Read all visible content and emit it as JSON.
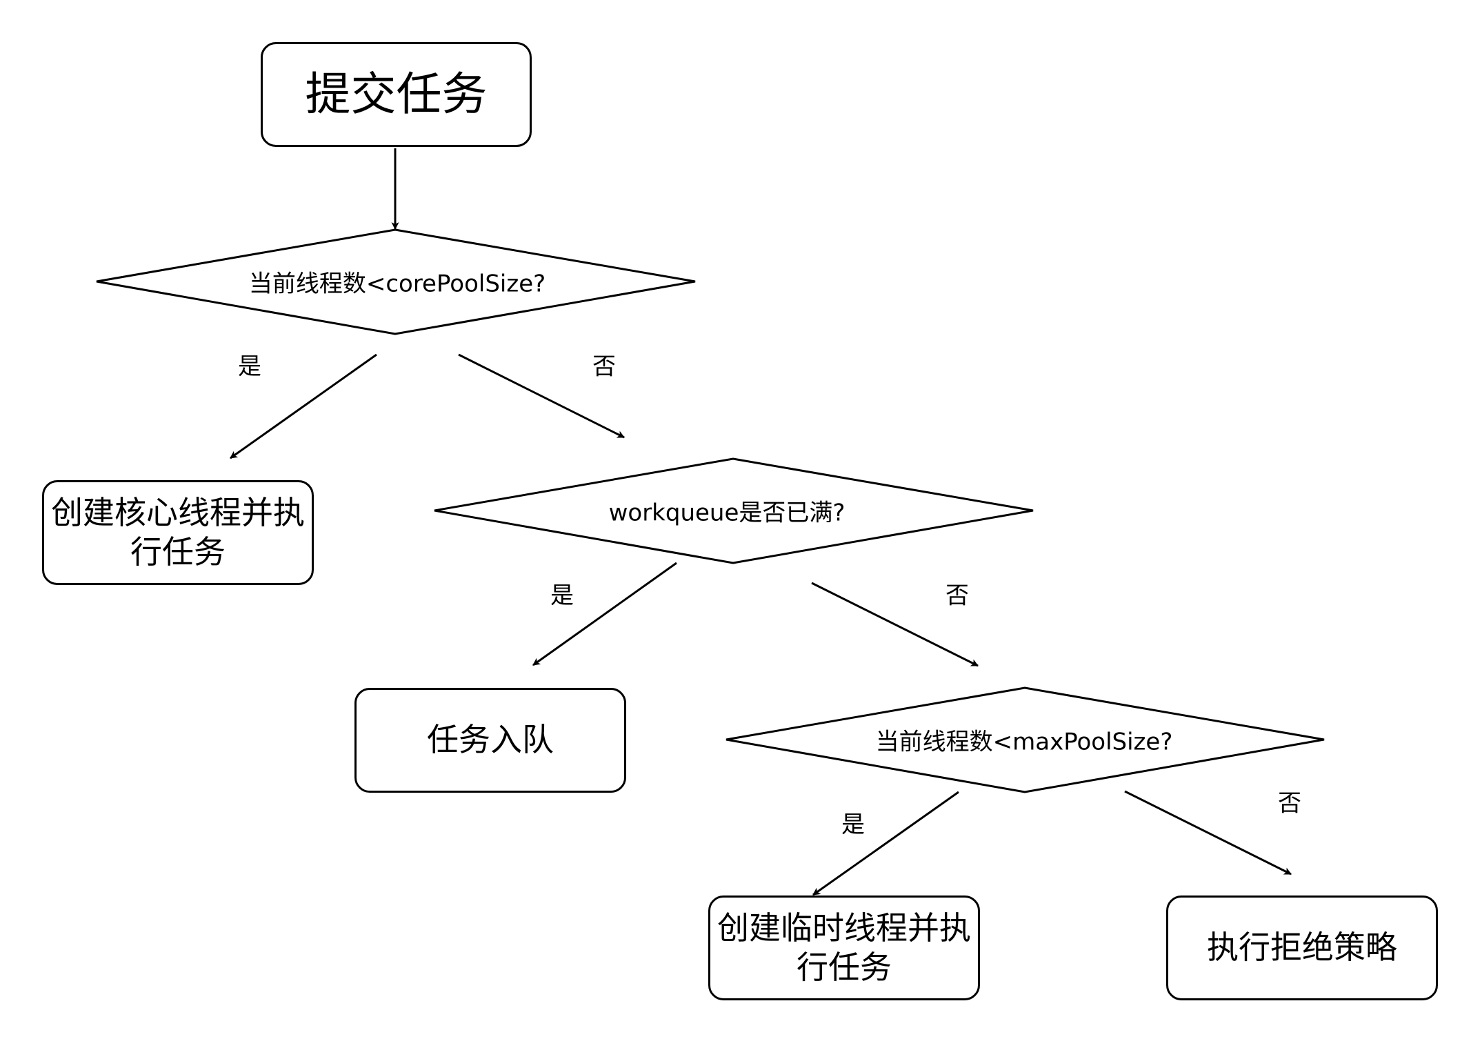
{
  "nodes": {
    "start": "提交任务",
    "decision_core": "当前线程数<corePoolSize?",
    "create_core": "创建核心线程并执行任务",
    "decision_queue": "workqueue是否已满?",
    "enqueue": "任务入队",
    "decision_max": "当前线程数<maxPoolSize?",
    "create_temp": "创建临时线程并执行任务",
    "reject": "执行拒绝策略"
  },
  "edges": {
    "core_yes": "是",
    "core_no": "否",
    "queue_yes": "是",
    "queue_no": "否",
    "max_yes": "是",
    "max_no": "否"
  },
  "colors": {
    "stroke": "#000000",
    "background": "#ffffff"
  }
}
